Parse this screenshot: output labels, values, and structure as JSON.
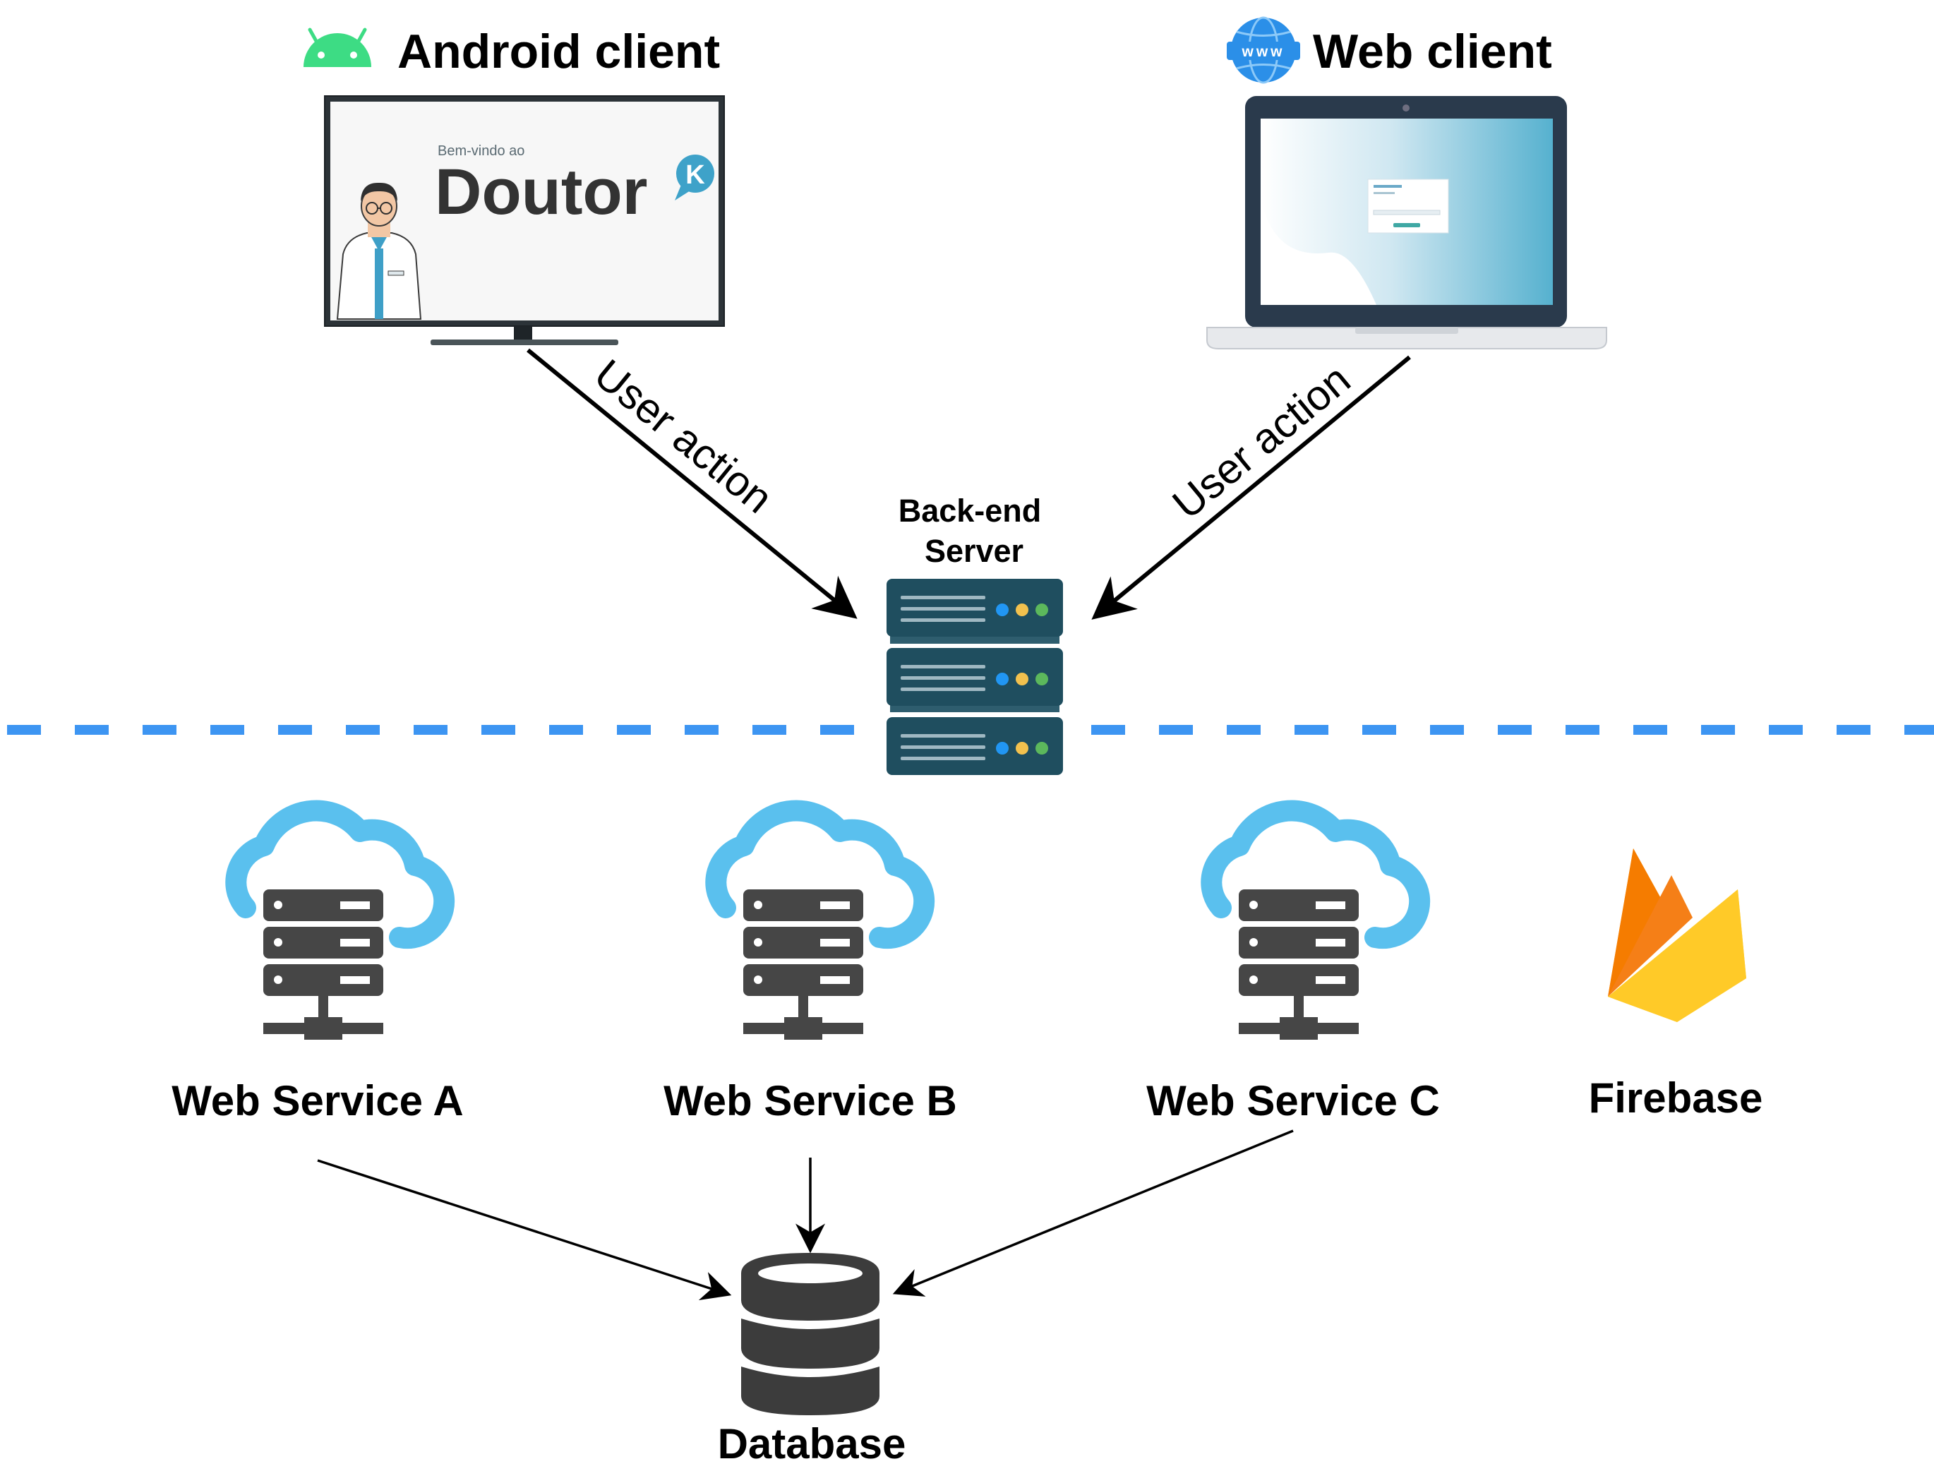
{
  "clients": {
    "android": {
      "title": "Android client",
      "tv_small": "Bem-vindo ao",
      "tv_brand": "Doutor",
      "tv_badge": "K"
    },
    "web": {
      "title": "Web client",
      "globe_text": "www"
    }
  },
  "backend": {
    "line1": "Back-end",
    "line2": "Server"
  },
  "arrows": {
    "left_label": "User action",
    "right_label": "User action"
  },
  "services": [
    {
      "label": "Web Service A"
    },
    {
      "label": "Web Service B"
    },
    {
      "label": "Web Service C"
    }
  ],
  "firebase": {
    "label": "Firebase"
  },
  "database": {
    "label": "Database"
  },
  "colors": {
    "divider": "#3d95f2",
    "android_green": "#3ddc84",
    "globe_blue": "#2b8fe8",
    "server_teal": "#1f4e5f",
    "cloud_blue": "#5ac0ee",
    "server_gray": "#464646",
    "firebase_orange": "#f5820d",
    "firebase_yellow": "#ffca28"
  },
  "icons": [
    "android-icon",
    "globe-icon",
    "tv-icon",
    "laptop-icon",
    "rack-server-icon",
    "cloud-server-icon",
    "firebase-icon",
    "database-icon"
  ]
}
